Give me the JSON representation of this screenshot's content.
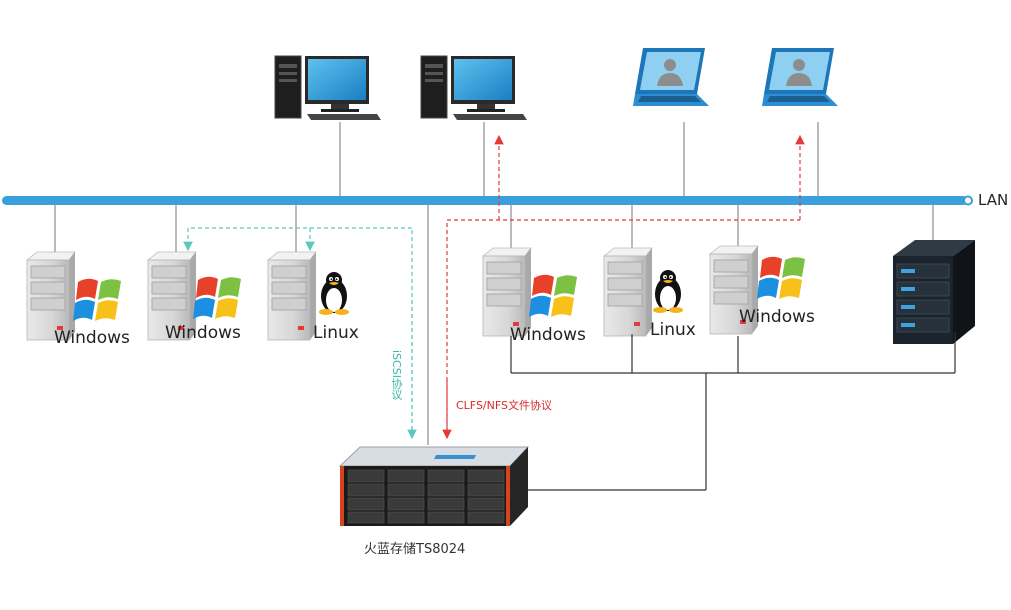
{
  "diagram": {
    "lan_label": "LAN",
    "servers": [
      {
        "os": "Windows"
      },
      {
        "os": "Windows"
      },
      {
        "os": "Linux"
      },
      {
        "os": "Windows"
      },
      {
        "os": "Linux"
      },
      {
        "os": "Windows"
      }
    ],
    "iscsi_label": "iSCSI协议",
    "nfs_label": "CLFS/NFS文件协议",
    "storage_label": "火蓝存储TS8024",
    "colors": {
      "lan_bus": "#3aa0dc",
      "iscsi_line": "#5bc8be",
      "nfs_line": "#e23b3b",
      "monitor": "#1f8fd6",
      "black_line": "#333333"
    }
  }
}
